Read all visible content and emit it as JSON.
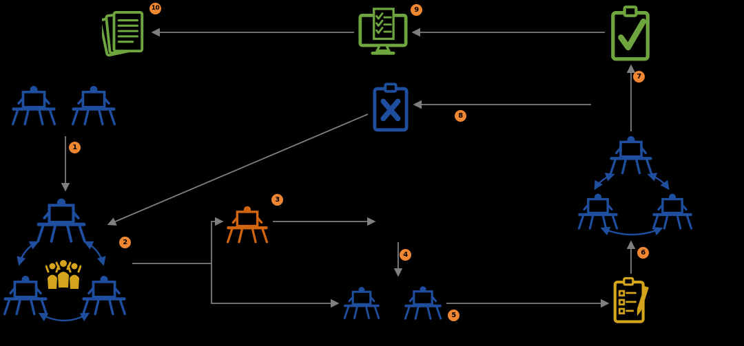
{
  "diagram": {
    "type": "flow-diagram",
    "background": "#000000",
    "palette": {
      "blue": "#1f4e9e",
      "orange": "#d2650f",
      "green": "#6ea53e",
      "yellow": "#d4a41c",
      "connector_gray": "#7f7f7f",
      "badge_orange": "#ef8632"
    },
    "steps": [
      {
        "num": "1"
      },
      {
        "num": "2"
      },
      {
        "num": "3"
      },
      {
        "num": "4"
      },
      {
        "num": "5"
      },
      {
        "num": "6"
      },
      {
        "num": "7"
      },
      {
        "num": "8"
      },
      {
        "num": "9"
      },
      {
        "num": "10"
      }
    ],
    "icons": [
      {
        "name": "workstation-icon",
        "color": "blue",
        "instances": 10
      },
      {
        "name": "workstation-icon",
        "color": "orange",
        "instances": 1
      },
      {
        "name": "people-group-icon",
        "color": "yellow",
        "instances": 1
      },
      {
        "name": "clipboard-x-icon",
        "color": "blue",
        "instances": 1
      },
      {
        "name": "clipboard-check-icon",
        "color": "green",
        "instances": 1
      },
      {
        "name": "clipboard-pencil-icon",
        "color": "yellow",
        "instances": 1
      },
      {
        "name": "monitor-checklist-icon",
        "color": "green",
        "instances": 1
      },
      {
        "name": "stacked-documents-icon",
        "color": "green",
        "instances": 1
      }
    ]
  }
}
